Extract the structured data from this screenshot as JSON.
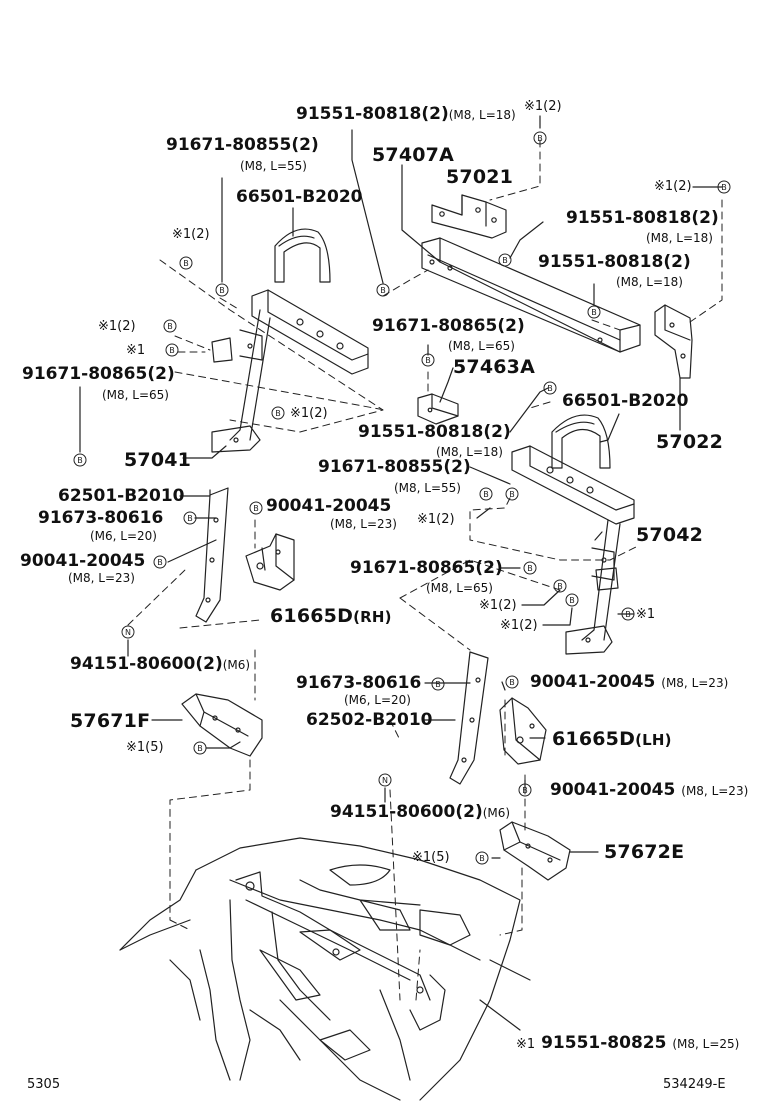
{
  "labels": {
    "p1": "91551-80818(2)",
    "p1s": "(M8, L=18)",
    "p1n": "※1(2)",
    "p2": "91671-80855(2)",
    "p2s": "(M8, L=55)",
    "p3": "57407A",
    "p4": "57021",
    "p5": "※1(2)",
    "p6": "66501-B2020",
    "p7": "91551-80818(2)",
    "p7s": "(M8, L=18)",
    "p8": "※1(2)",
    "p9": "91551-80818(2)",
    "p9s": "(M8, L=18)",
    "p10": "※1(2)",
    "p11": "※1",
    "p12": "91671-80865(2)",
    "p12s": "(M8, L=65)",
    "p13": "91671-80865(2)",
    "p13s": "(M8, L=65)",
    "p14": "57463A",
    "p15": "※1(2)",
    "p16": "57041",
    "p17": "91551-80818(2)",
    "p17s": "(M8, L=18)",
    "p18": "66501-B2020",
    "p19": "57022",
    "p20": "91671-80855(2)",
    "p20s": "(M8, L=55)",
    "p21": "62501-B2010",
    "p22": "91673-80616",
    "p22s": "(M6, L=20)",
    "p23": "90041-20045",
    "p23s": "(M8, L=23)",
    "p24": "※1(2)",
    "p25": "57042",
    "p26": "90041-20045",
    "p26s": "(M8, L=23)",
    "p27": "91671-80865(2)",
    "p27s": "(M8, L=65)",
    "p28": "61665D",
    "p28x": "(RH)",
    "p29": "※1(2)",
    "p30": "※1(2)",
    "p31": "※1",
    "p32": "94151-80600(2)",
    "p32s": "(M6)",
    "p33": "91673-80616",
    "p33s": "(M6, L=20)",
    "p34": "90041-20045",
    "p34s": "(M8, L=23)",
    "p35": "57671F",
    "p36": "62502-B2010",
    "p37": "61665D",
    "p37x": "(LH)",
    "p38": "※1(5)",
    "p39": "94151-80600(2)",
    "p39s": "(M6)",
    "p40": "90041-20045",
    "p40s": "(M8, L=23)",
    "p41": "※1(5)",
    "p42": "57672E",
    "p43a": "※1",
    "p43": "91551-80825",
    "p43s": "(M8, L=25)"
  },
  "callout_letters": {
    "b": "B",
    "n": "N"
  },
  "footer": {
    "left": "5305",
    "right": "534249-E"
  }
}
